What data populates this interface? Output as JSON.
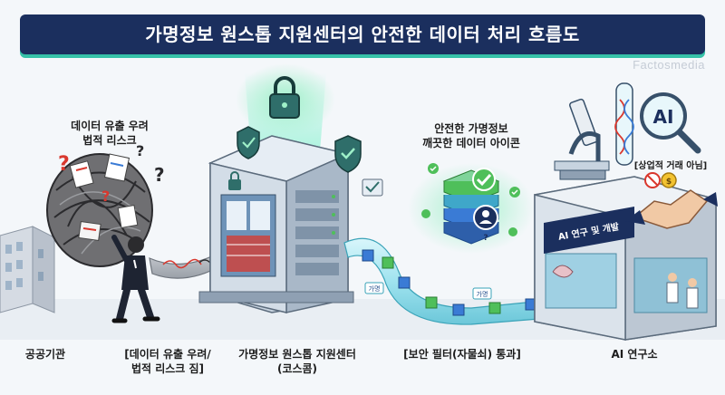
{
  "title": "가명정보 원스톱 지원센터의 안전한 데이터 처리 흐름도",
  "watermark": "Factosmedia",
  "callouts": {
    "risk_line1": "데이터 유출 우려",
    "risk_line2": "법적 리스크",
    "clean_line1": "안전한 가명정보",
    "clean_line2": "깨끗한 데이터 아이콘",
    "non_commercial": "[상업적 거래 아님]",
    "lab_sign": "AI 연구 및 개발",
    "lab_logo": "AI",
    "pipe_chip": "가명"
  },
  "bottom_labels": {
    "public": "공공기관",
    "burden_line1": "[데이터 유출 우려/",
    "burden_line2": "법적 리스크 짐]",
    "center_line1": "가명정보 원스톱 지원센터",
    "center_line2": "(코스콤)",
    "filter": "[보안 필터(자물쇠) 통과]",
    "lab": "AI 연구소"
  },
  "icons": [
    "building-icon",
    "person-carrying-sack-icon",
    "tangled-data-sack-icon",
    "question-mark-icon",
    "data-pipe-icon",
    "server-tower-icon",
    "padlock-icon",
    "shield-check-icon",
    "database-stack-icon",
    "checkmark-icon",
    "user-silhouette-icon",
    "microscope-icon",
    "test-tube-dna-icon",
    "magnifier-icon",
    "handshake-icon",
    "no-money-icon",
    "researcher-icon"
  ],
  "colors": {
    "title_bg": "#1b2f5e",
    "title_accent": "#36c2a8",
    "pipe": "#9fe3ef",
    "safe_green": "#4fbf5a",
    "risk_red": "#d9382e"
  }
}
